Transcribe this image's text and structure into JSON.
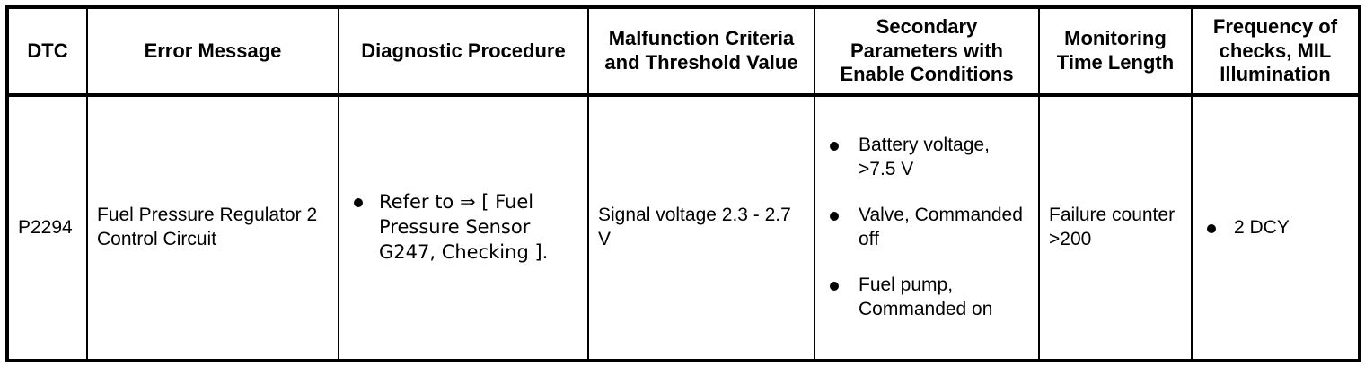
{
  "table": {
    "headers": [
      {
        "id": "dtc",
        "label": "DTC"
      },
      {
        "id": "error",
        "label": "Error Message"
      },
      {
        "id": "diag",
        "label": "Diagnostic Procedure"
      },
      {
        "id": "malf",
        "label": "Malfunction Criteria and Threshold Value"
      },
      {
        "id": "sec",
        "label": "Secondary Parameters with Enable Conditions"
      },
      {
        "id": "mon",
        "label": "Monitoring Time Length"
      },
      {
        "id": "freq",
        "label": "Frequency of checks, MIL Illumination"
      }
    ],
    "rows": [
      {
        "dtc": "P2294",
        "error_message": "Fuel Pressure Regulator 2 Control Circuit",
        "diagnostic_procedure": [
          "Refer to ⇒ [ Fuel Pressure Sensor G247, Checking ]."
        ],
        "malfunction_criteria": "Signal voltage 2.3 - 2.7 V",
        "secondary_parameters": [
          "Battery voltage, >7.5 V",
          "Valve, Commanded off",
          "Fuel pump, Commanded on"
        ],
        "monitoring_time_length": "Failure counter >200",
        "frequency_mil": [
          "2 DCY"
        ]
      }
    ]
  },
  "colors": {
    "border": "#000000",
    "text": "#000000",
    "background": "#ffffff"
  }
}
